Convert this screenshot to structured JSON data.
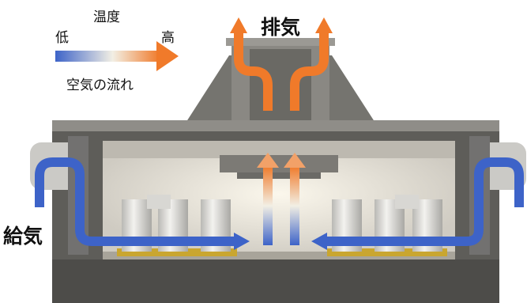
{
  "legend": {
    "title": "温度",
    "low_label": "低",
    "high_label": "高",
    "caption": "空気の流れ",
    "gradient": {
      "cold": "#3d63c8",
      "mid": "#f2efe4",
      "hot": "#f07a2a"
    }
  },
  "labels": {
    "exhaust": "排気",
    "supply": "給気"
  },
  "colors": {
    "cold_air": "#3d63c8",
    "hot_air": "#f07a2a",
    "building_dark": "#5a5956",
    "building_mid": "#8e8c88",
    "interior": "#d6d3cc"
  }
}
